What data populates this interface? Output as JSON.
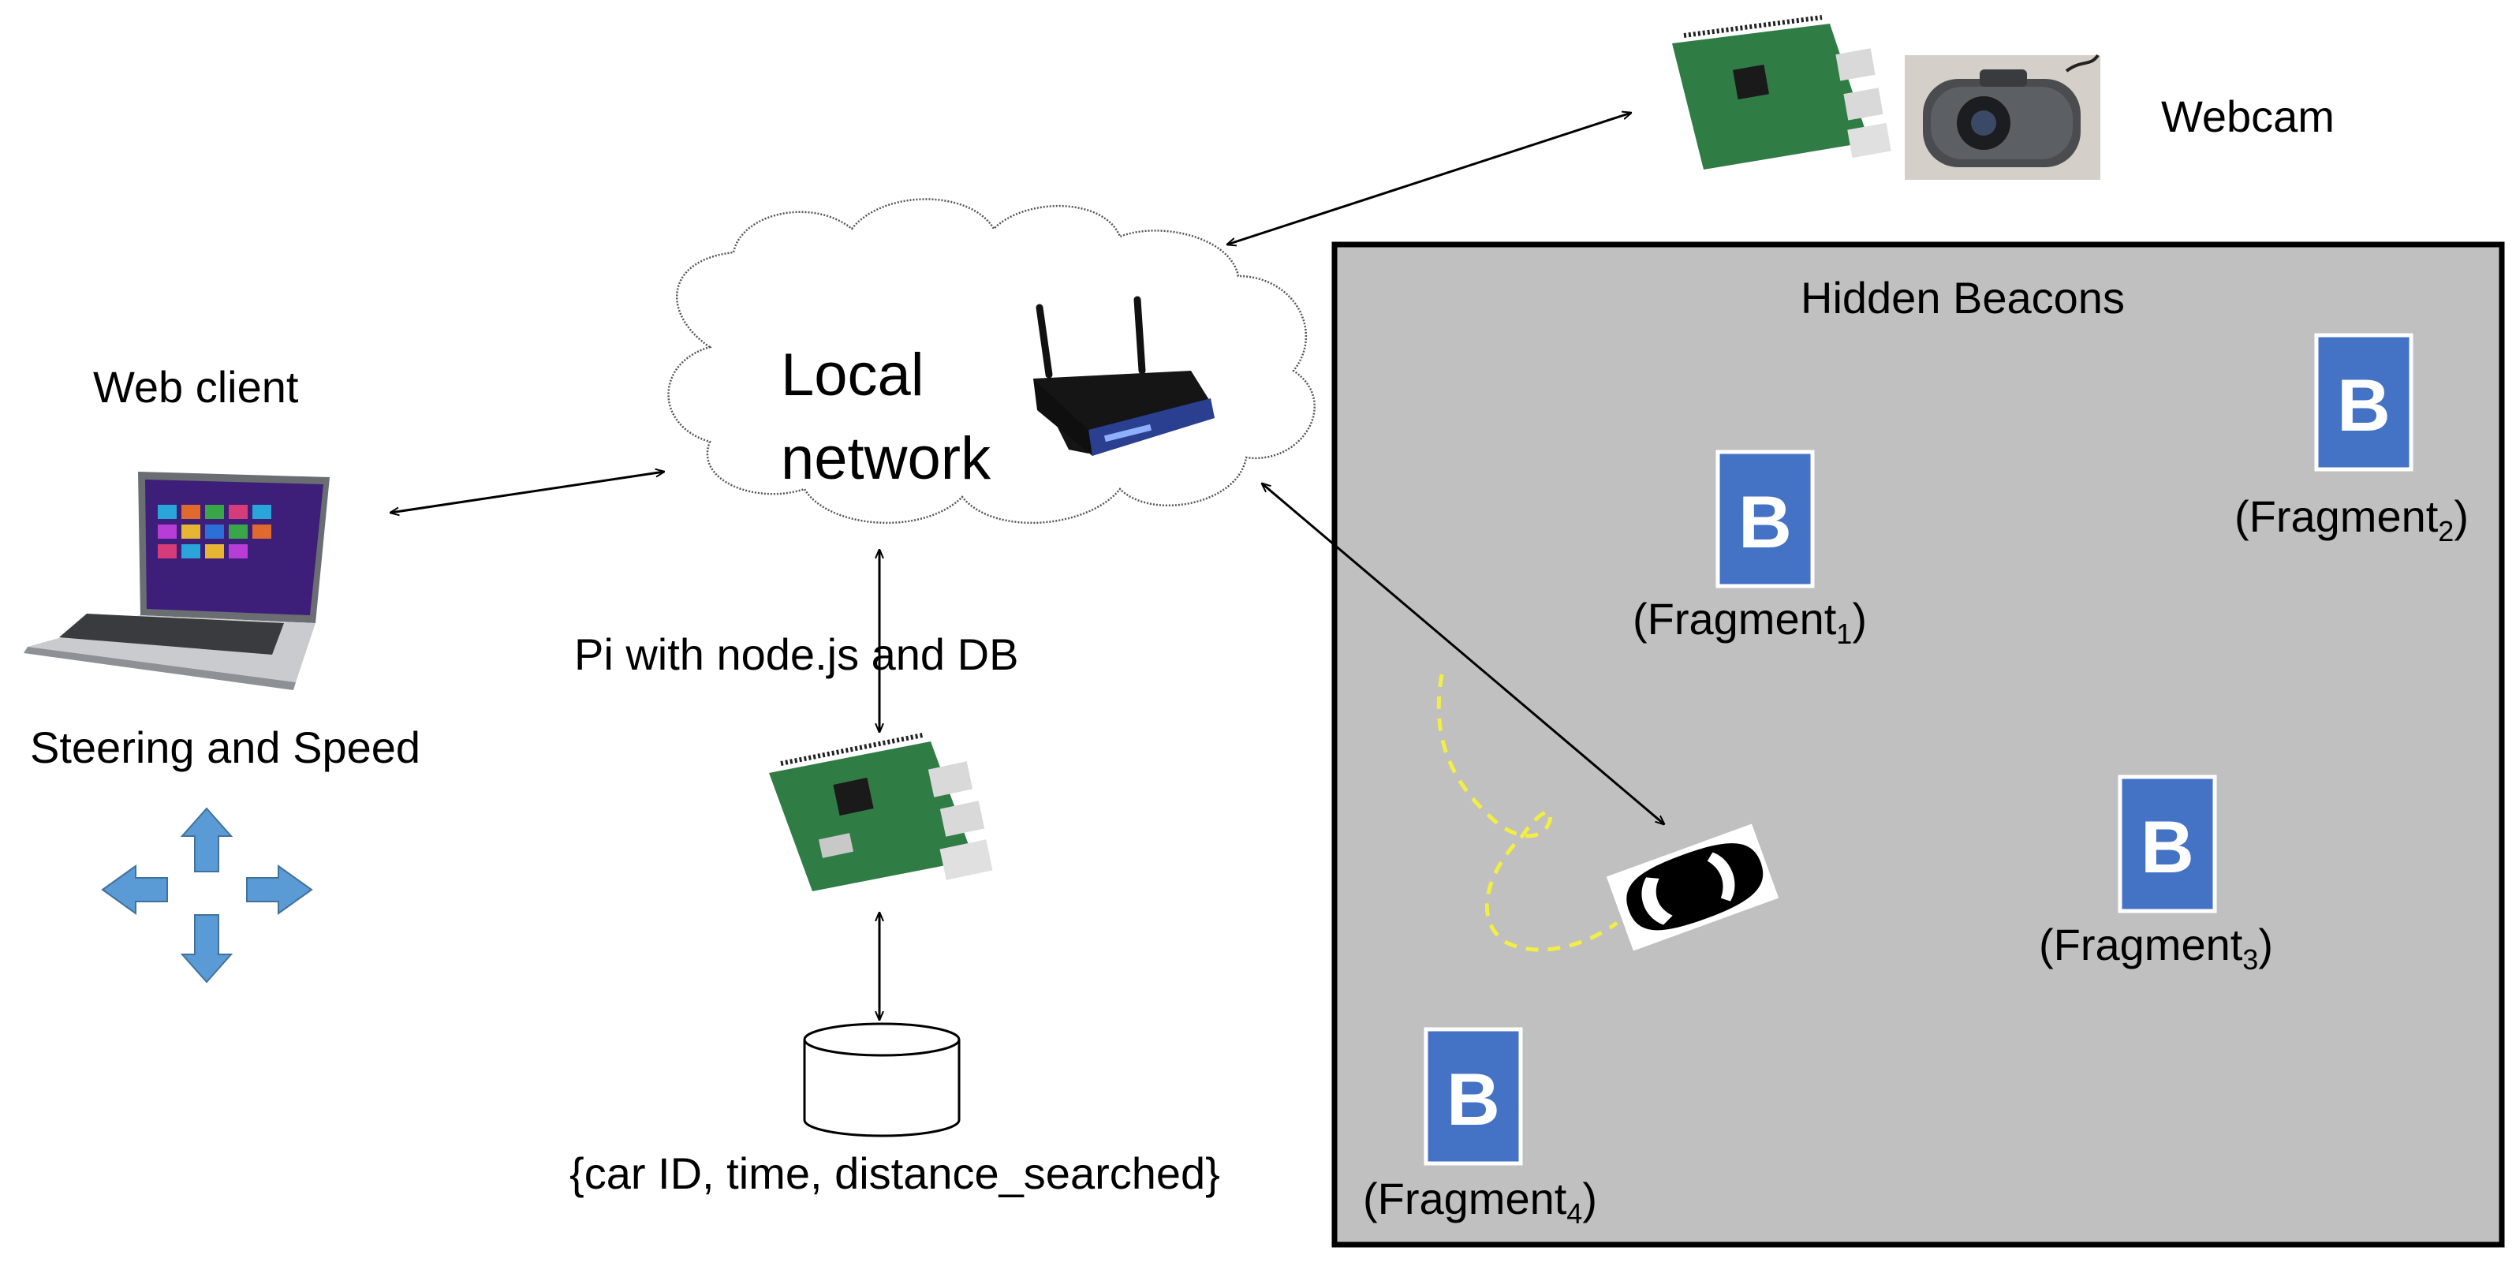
{
  "labels": {
    "web_client": "Web client",
    "steering": "Steering and Speed",
    "local": "Local",
    "network": "network",
    "pi_label": "Pi with node.js and DB",
    "db_record": "{car ID, time, distance_searched}",
    "webcam": "Webcam",
    "hidden_beacons": "Hidden Beacons"
  },
  "beacons": [
    {
      "letter": "B",
      "label": "(Fragment",
      "sub": "1",
      "close": ")"
    },
    {
      "letter": "B",
      "label": "(Fragment",
      "sub": "2",
      "close": ")"
    },
    {
      "letter": "B",
      "label": "(Fragment",
      "sub": "3",
      "close": ")"
    },
    {
      "letter": "B",
      "label": "(Fragment",
      "sub": "4",
      "close": ")"
    }
  ],
  "colors": {
    "beacon_fill": "#4472c4",
    "area_fill": "#c0c0c0",
    "arrow_blue": "#5b9bd5",
    "dashed_path": "#f2ee44",
    "pcb_green": "#2f7d45",
    "router_blue": "#2a3f8f"
  },
  "icons": [
    "laptop-icon",
    "router-icon",
    "raspberry-pi-icon",
    "webcam-icon",
    "database-icon",
    "car-icon",
    "direction-arrows-icon"
  ]
}
